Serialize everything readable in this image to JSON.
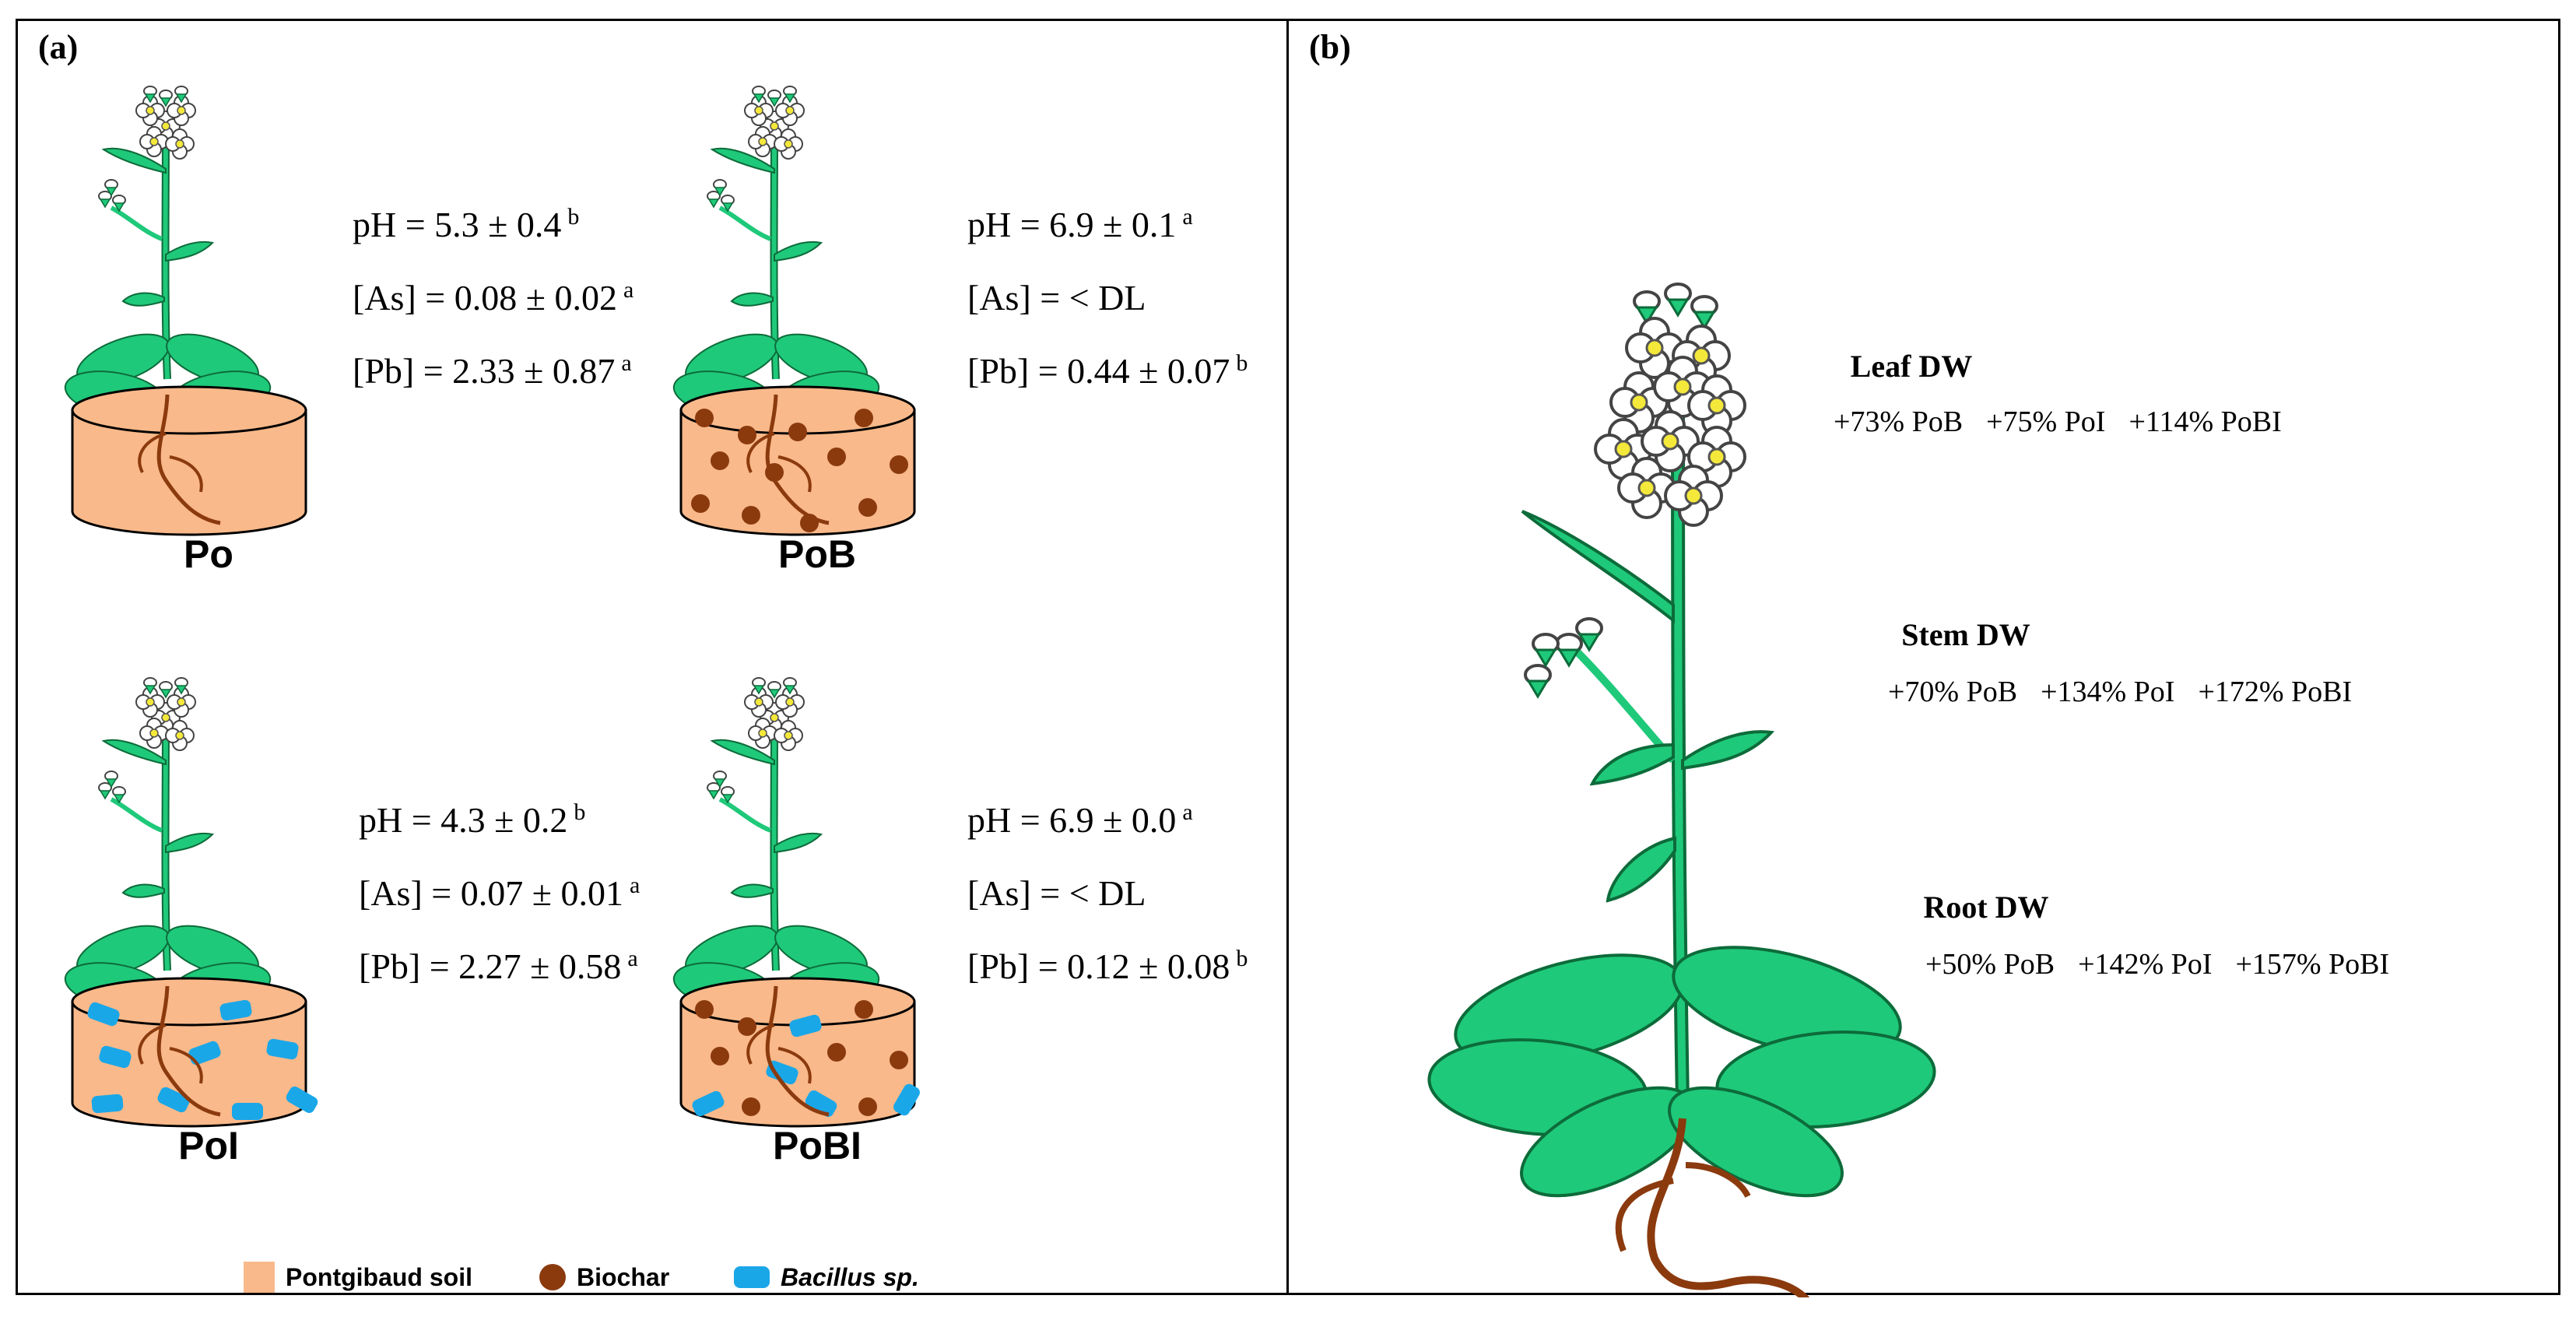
{
  "panel_a": {
    "label": "(a)",
    "treatments": [
      {
        "name": "Po",
        "ph": "pH = 5.3 ± 0.4",
        "ph_sig": "b",
        "as": "[As] = 0.08 ± 0.02",
        "as_sig": "a",
        "pb": "[Pb] = 2.33 ± 0.87",
        "pb_sig": "a"
      },
      {
        "name": "PoB",
        "ph": "pH = 6.9 ± 0.1",
        "ph_sig": "a",
        "as": "[As] = < DL",
        "as_sig": "",
        "pb": "[Pb] = 0.44 ± 0.07",
        "pb_sig": "b"
      },
      {
        "name": "PoI",
        "ph": "pH = 4.3 ± 0.2",
        "ph_sig": "b",
        "as": "[As] = 0.07 ± 0.01",
        "as_sig": "a",
        "pb": "[Pb] = 2.27 ± 0.58",
        "pb_sig": "a"
      },
      {
        "name": "PoBI",
        "ph": "pH = 6.9 ± 0.0",
        "ph_sig": "a",
        "as": "[As] = < DL",
        "as_sig": "",
        "pb": "[Pb] = 0.12 ± 0.08",
        "pb_sig": "b"
      }
    ],
    "legend": [
      {
        "label": "Pontgibaud soil",
        "color": "#F9B98A"
      },
      {
        "label": "Biochar",
        "color": "#8B3A0E"
      },
      {
        "label": "Bacillus sp.",
        "color": "#1AA7E8"
      }
    ]
  },
  "panel_b": {
    "label": "(b)",
    "groups": [
      {
        "title": "Leaf DW",
        "values": [
          "+73% PoB",
          "+75% PoI",
          "+114% PoBI"
        ]
      },
      {
        "title": "Stem DW",
        "values": [
          "+70% PoB",
          "+134% PoI",
          "+172% PoBI"
        ]
      },
      {
        "title": "Root DW",
        "values": [
          "+50% PoB",
          "+142% PoI",
          "+157% PoBI"
        ]
      }
    ]
  }
}
